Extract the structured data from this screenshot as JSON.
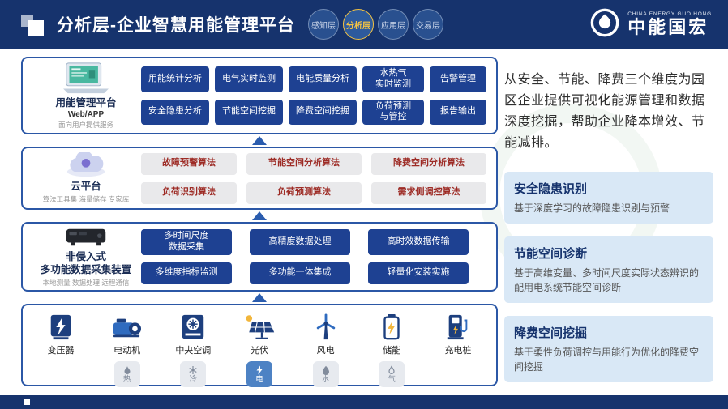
{
  "colors": {
    "navy": "#16336d",
    "button_blue": "#1e4192",
    "border_blue": "#2b57a6",
    "algorithm_red": "#9d2b25",
    "card_bg": "#d9e8f6",
    "active_badge_blue": "#4d82c4",
    "active_nav_gold": "#f5c443"
  },
  "header": {
    "title": "分析层-企业智慧用能管理平台",
    "nav": [
      {
        "label": "感知层",
        "active": false
      },
      {
        "label": "分析层",
        "active": true
      },
      {
        "label": "应用层",
        "active": false
      },
      {
        "label": "交易层",
        "active": false
      }
    ],
    "brand": {
      "en": "CHINA ENERGY GUO HONG",
      "cn": "中能国宏"
    }
  },
  "platform": {
    "title": "用能管理平台",
    "subtitle": "Web/APP",
    "note": "面向用户提供服务",
    "row1": [
      "用能统计分析",
      "电气实时监测",
      "电能质量分析",
      "水热气\n实时监测",
      "告警管理"
    ],
    "row2": [
      "安全隐患分析",
      "节能空间挖掘",
      "降费空间挖掘",
      "负荷预测\n与管控",
      "报告输出"
    ]
  },
  "cloud": {
    "title": "云平台",
    "note": "算法工具集 海量储存 专家库",
    "row1": [
      "故障预警算法",
      "节能空间分析算法",
      "降费空间分析算法"
    ],
    "row2": [
      "负荷识别算法",
      "负荷预测算法",
      "需求侧调控算法"
    ]
  },
  "device": {
    "title": "非侵入式\n多功能数据采集装置",
    "note": "本地测量 数据处理 远程通信",
    "row1": [
      "多时间尺度\n数据采集",
      "高精度数据处理",
      "高时效数据传输"
    ],
    "row2": [
      "多维度指标监测",
      "多功能一体集成",
      "轻量化安装实施"
    ]
  },
  "equipment": {
    "items": [
      {
        "label": "变压器"
      },
      {
        "label": "电动机",
        "badge": "热"
      },
      {
        "label": "中央空调",
        "badge": "冷"
      },
      {
        "label": "光伏",
        "badge": "电",
        "active": true
      },
      {
        "label": "风电",
        "badge": "水"
      },
      {
        "label": "储能",
        "badge": "气"
      },
      {
        "label": "充电桩"
      }
    ]
  },
  "right": {
    "intro": "从安全、节能、降费三个维度为园区企业提供可视化能源管理和数据深度挖掘，帮助企业降本增效、节能减排。",
    "cards": [
      {
        "title": "安全隐患识别",
        "body": "基于深度学习的故障隐患识别与预警"
      },
      {
        "title": "节能空间诊断",
        "body": "基于高维变量、多时间尺度实际状态辨识的配用电系统节能空间诊断"
      },
      {
        "title": "降费空间挖掘",
        "body": "基于柔性负荷调控与用能行为优化的降费空间挖掘"
      }
    ]
  }
}
